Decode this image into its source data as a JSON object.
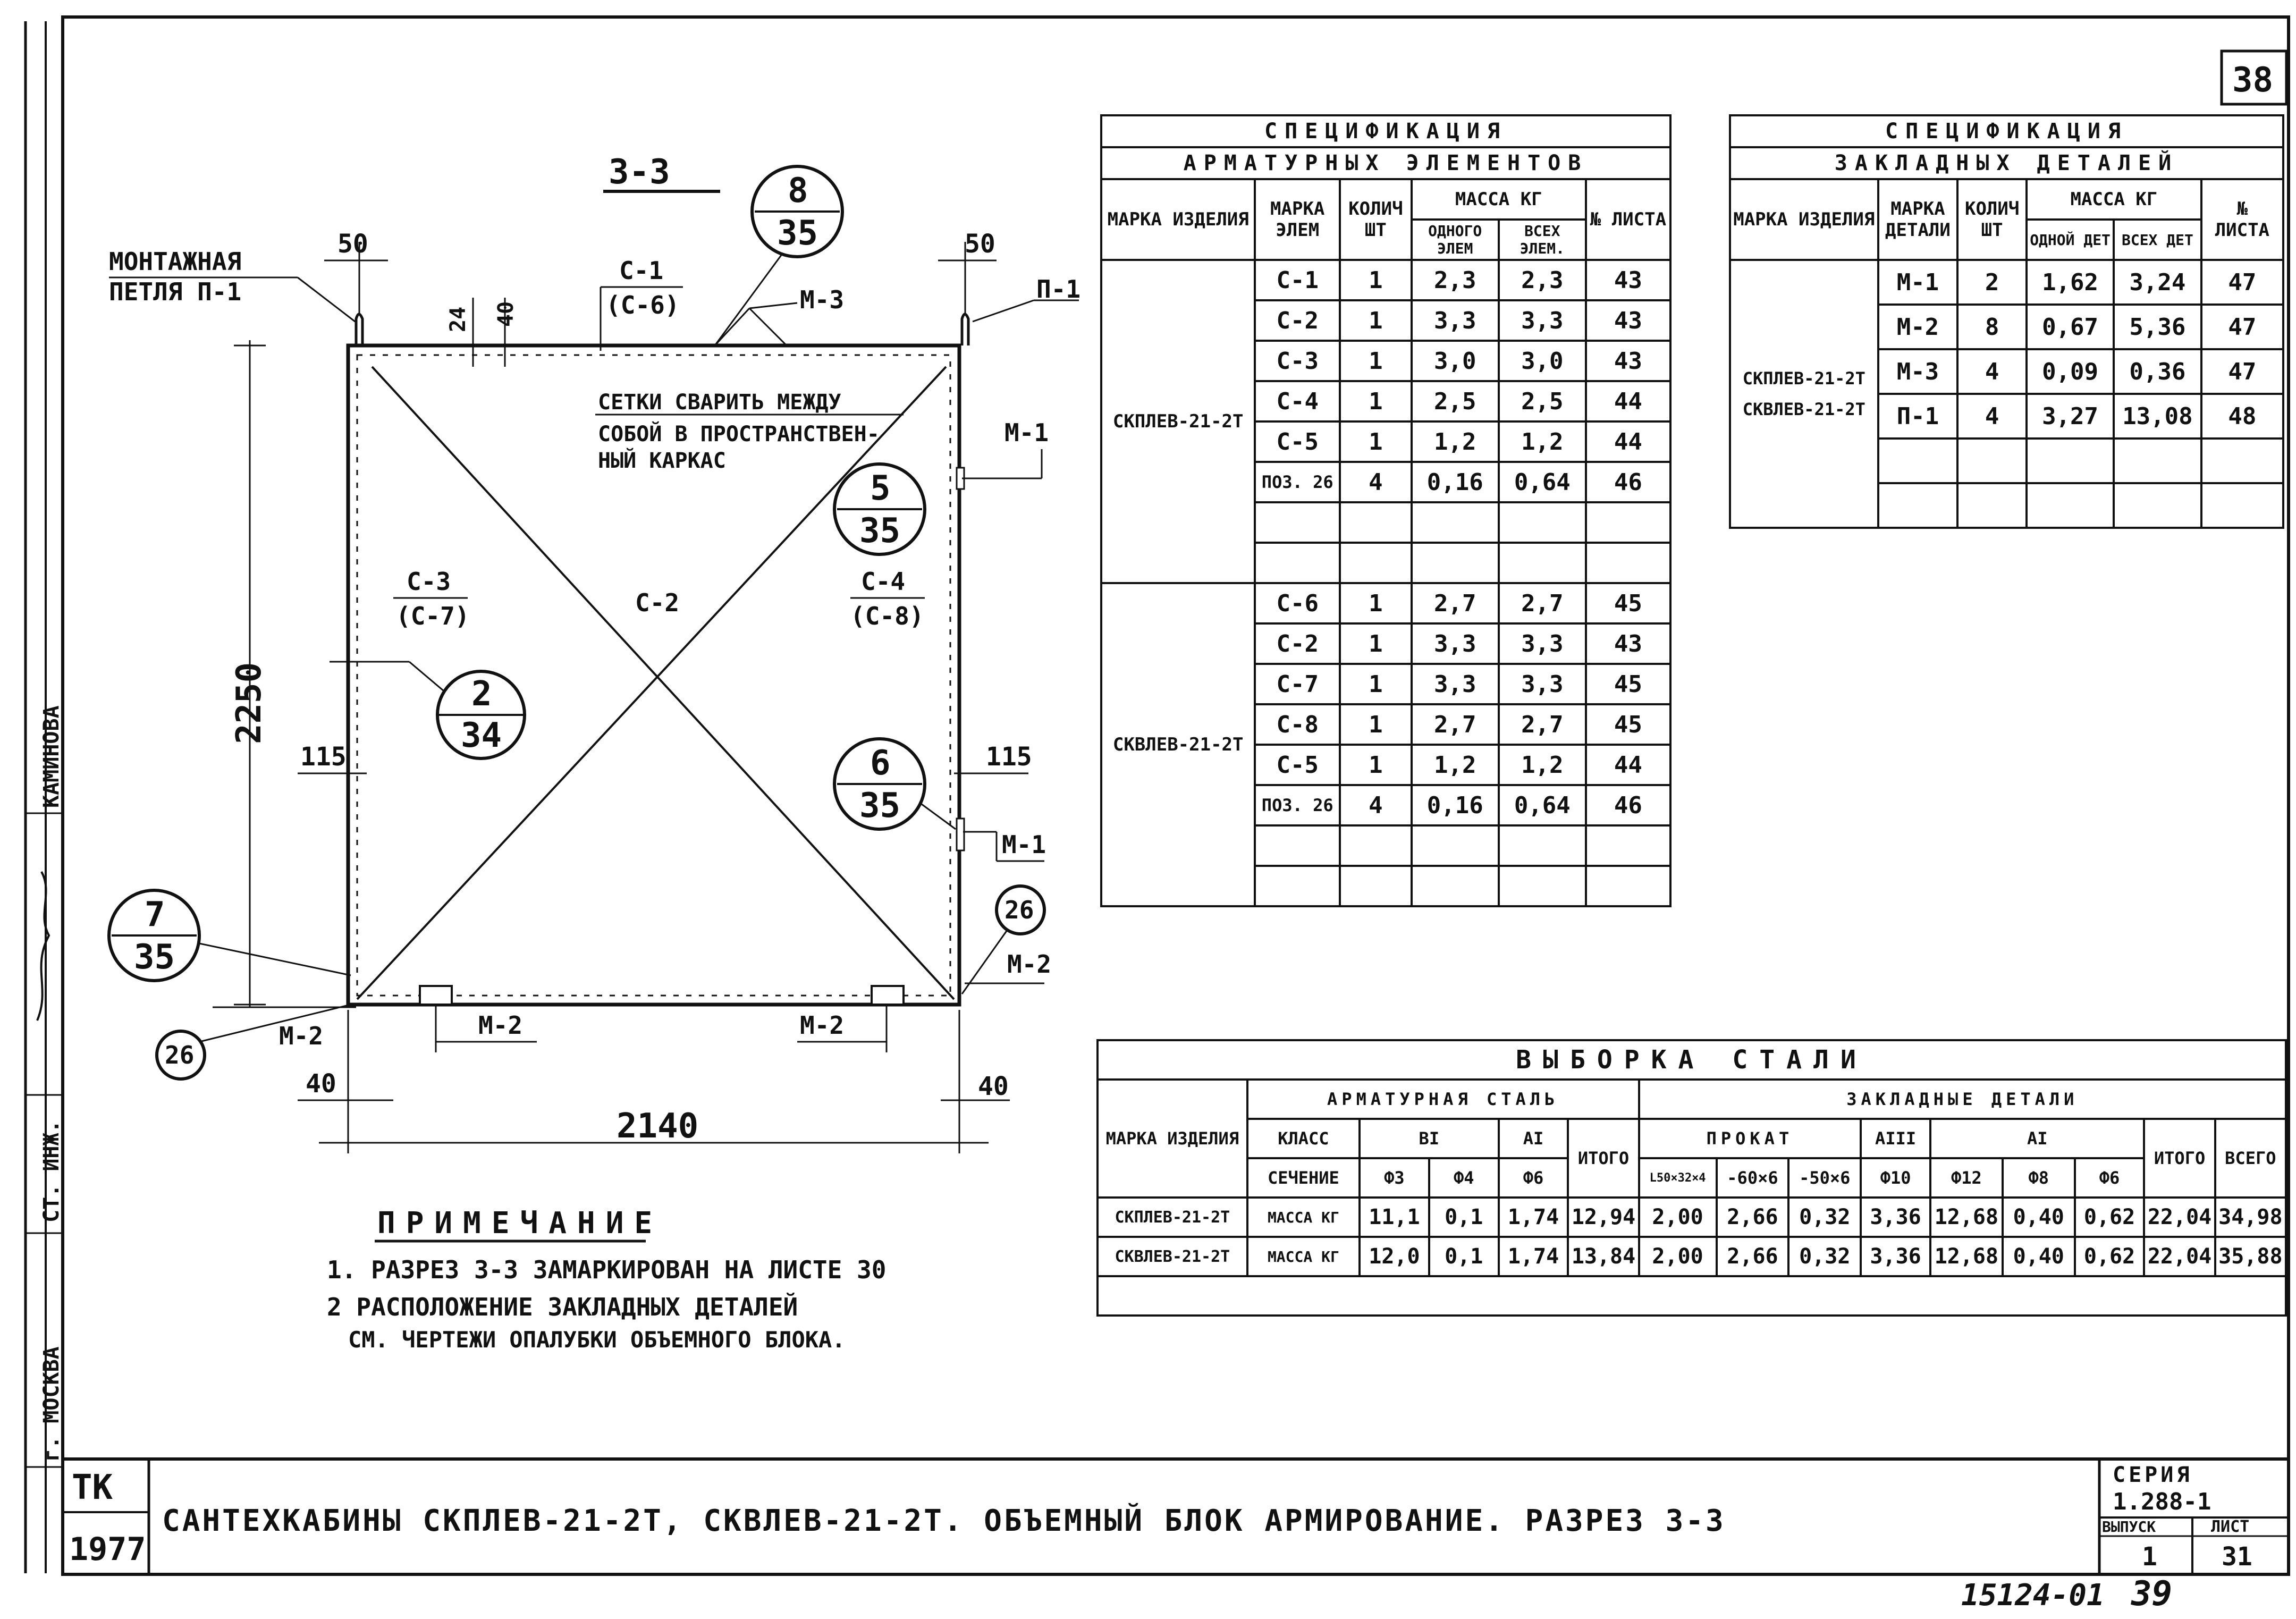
{
  "sheet_number": "38",
  "section_label": "3-3",
  "drawing": {
    "loop_label_1": "МОНТАЖНАЯ",
    "loop_label_2": "ПЕТЛЯ П-1",
    "p1": "П-1",
    "dim_50_left": "50",
    "dim_50_right": "50",
    "dim_24": "24",
    "dim_40_top": "40",
    "c1": "С-1",
    "c6": "(С-6)",
    "m3": "М-3",
    "bubble_8_top": "8",
    "bubble_8_bot": "35",
    "bubble_5_top": "5",
    "bubble_5_bot": "35",
    "bubble_2_top": "2",
    "bubble_2_bot": "34",
    "bubble_6_top": "6",
    "bubble_6_bot": "35",
    "bubble_7_top": "7",
    "bubble_7_bot": "35",
    "bubble_26": "26",
    "note_weld_1": "СЕТКИ СВАРИТЬ МЕЖДУ",
    "note_weld_2": "СОБОЙ В ПРОСТРАНСТВЕН-",
    "note_weld_3": "НЫЙ КАРКАС",
    "m1": "М-1",
    "m2": "М-2",
    "c2": "С-2",
    "c3": "С-3",
    "c7": "(С-7)",
    "c4": "С-4",
    "c8": "(С-8)",
    "dim_2250": "2250",
    "dim_115": "115",
    "dim_40": "40",
    "dim_2140": "2140"
  },
  "notes": {
    "title": "ПРИМЕЧАНИЕ",
    "line1": "1. РАЗРЕЗ 3-3 ЗАМАРКИРОВАН НА ЛИСТЕ 30",
    "line2": "2 РАСПОЛОЖЕНИЕ ЗАКЛАДНЫХ ДЕТАЛЕЙ",
    "line3": "СМ. ЧЕРТЕЖИ ОПАЛУБКИ ОБЪЕМНОГО БЛОКА."
  },
  "spec_rebar": {
    "title1": "СПЕЦИФИКАЦИЯ",
    "title2": "АРМАТУРНЫХ ЭЛЕМЕНТОВ",
    "h_product": "МАРКА ИЗДЕЛИЯ",
    "h_elem": "МАРКА ЭЛЕМ",
    "h_qty": "КОЛИЧ ШТ",
    "h_mass": "МАССА КГ",
    "h_one": "ОДНОГО ЭЛЕМ",
    "h_all": "ВСЕХ ЭЛЕМ.",
    "h_sheet": "№ ЛИСТА",
    "group1": "СКПЛЕВ-21-2Т",
    "group2": "СКВЛЕВ-21-2Т",
    "rows1": [
      [
        "С-1",
        "1",
        "2,3",
        "2,3",
        "43"
      ],
      [
        "С-2",
        "1",
        "3,3",
        "3,3",
        "43"
      ],
      [
        "С-3",
        "1",
        "3,0",
        "3,0",
        "43"
      ],
      [
        "С-4",
        "1",
        "2,5",
        "2,5",
        "44"
      ],
      [
        "С-5",
        "1",
        "1,2",
        "1,2",
        "44"
      ],
      [
        "ПОЗ. 26",
        "4",
        "0,16",
        "0,64",
        "46"
      ]
    ],
    "rows2": [
      [
        "С-6",
        "1",
        "2,7",
        "2,7",
        "45"
      ],
      [
        "С-2",
        "1",
        "3,3",
        "3,3",
        "43"
      ],
      [
        "С-7",
        "1",
        "3,3",
        "3,3",
        "45"
      ],
      [
        "С-8",
        "1",
        "2,7",
        "2,7",
        "45"
      ],
      [
        "С-5",
        "1",
        "1,2",
        "1,2",
        "44"
      ],
      [
        "ПОЗ. 26",
        "4",
        "0,16",
        "0,64",
        "46"
      ]
    ]
  },
  "spec_embedded": {
    "title1": "СПЕЦИФИКАЦИЯ",
    "title2": "ЗАКЛАДНЫХ ДЕТАЛЕЙ",
    "h_product": "МАРКА ИЗДЕЛИЯ",
    "h_det": "МАРКА ДЕТАЛИ",
    "h_qty": "КОЛИЧ ШТ",
    "h_mass": "МАССА КГ",
    "h_one": "ОДНОЙ ДЕТ",
    "h_all": "ВСЕХ ДЕТ",
    "h_sheet": "№ ЛИСТА",
    "product1": "СКПЛЕВ-21-2Т",
    "product2": "СКВЛЕВ-21-2Т",
    "rows": [
      [
        "М-1",
        "2",
        "1,62",
        "3,24",
        "47"
      ],
      [
        "М-2",
        "8",
        "0,67",
        "5,36",
        "47"
      ],
      [
        "М-3",
        "4",
        "0,09",
        "0,36",
        "47"
      ],
      [
        "П-1",
        "4",
        "3,27",
        "13,08",
        "48"
      ]
    ]
  },
  "steel": {
    "title": "ВЫБОРКА СТАЛИ",
    "h_product": "МАРКА ИЗДЕЛИЯ",
    "h_rebar": "АРМАТУРНАЯ СТАЛЬ",
    "h_embed": "ЗАКЛАДНЫЕ ДЕТАЛИ",
    "h_class": "КЛАСС",
    "h_section": "СЕЧЕНИЕ",
    "h_bi": "ВI",
    "h_ai": "АI",
    "h_total": "ИТОГО",
    "h_prokat": "ПРОКАТ",
    "h_aiii": "АIII",
    "h_ai2": "АI",
    "h_total2": "ИТОГО",
    "h_grand": "ВСЕГО",
    "sections": [
      "Ф3",
      "Ф4",
      "Ф6",
      "L50×32×4",
      "-60×6",
      "-50×6",
      "Ф10",
      "Ф12",
      "Ф8",
      "Ф6"
    ],
    "rows": [
      {
        "product": "СКПЛЕВ-21-2Т",
        "unit": "МАССА КГ",
        "values": [
          "11,1",
          "0,1",
          "1,74",
          "12,94",
          "2,00",
          "2,66",
          "0,32",
          "3,36",
          "12,68",
          "0,40",
          "0,62",
          "22,04",
          "34,98"
        ]
      },
      {
        "product": "СКВЛЕВ-21-2Т",
        "unit": "МАССА КГ",
        "values": [
          "12,0",
          "0,1",
          "1,74",
          "13,84",
          "2,00",
          "2,66",
          "0,32",
          "3,36",
          "12,68",
          "0,40",
          "0,62",
          "22,04",
          "35,88"
        ]
      }
    ]
  },
  "title_block": {
    "org": "ТК",
    "year": "1977",
    "title": "САНТЕХКАБИНЫ СКПЛЕВ-21-2Т, СКВЛЕВ-21-2Т. ОБЪЕМНЫЙ БЛОК АРМИРОВАНИЕ. РАЗРЕЗ 3-3",
    "series_label": "СЕРИЯ",
    "series": "1.288-1",
    "issue_label": "ВЫПУСК",
    "issue": "1",
    "sheet_label": "ЛИСТ",
    "sheet": "31"
  },
  "side_stamp": {
    "city": "г. МОСКВА",
    "role": "СТ. ИНЖ.",
    "name": "КАМИНОВА"
  },
  "footer": {
    "code": "15124-01",
    "page": "39"
  }
}
